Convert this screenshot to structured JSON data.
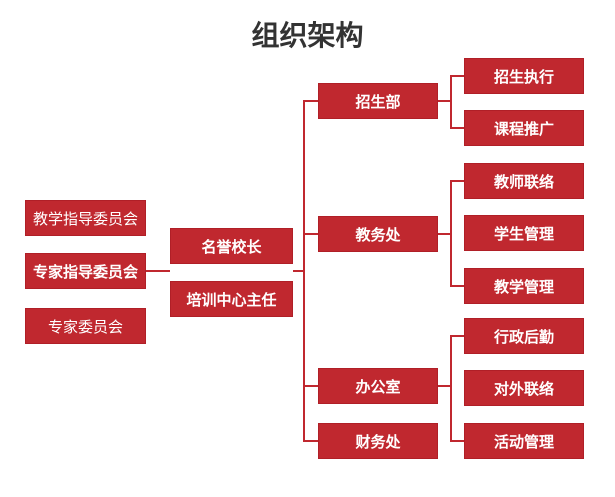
{
  "title": "组织架构",
  "committees": [
    "教学指导委员会",
    "专家指导委员会",
    "专家委员会"
  ],
  "leaders": [
    "名誉校长",
    "培训中心主任"
  ],
  "departments": [
    "招生部",
    "教务处",
    "办公室",
    "财务处"
  ],
  "sub_units": {
    "admissions": [
      "招生执行",
      "课程推广"
    ],
    "academic": [
      "教师联络",
      "学生管理",
      "教学管理"
    ],
    "office": [
      "行政后勤",
      "对外联络",
      "活动管理"
    ]
  },
  "colors": {
    "box": "#c0282f",
    "title": "#333333"
  }
}
